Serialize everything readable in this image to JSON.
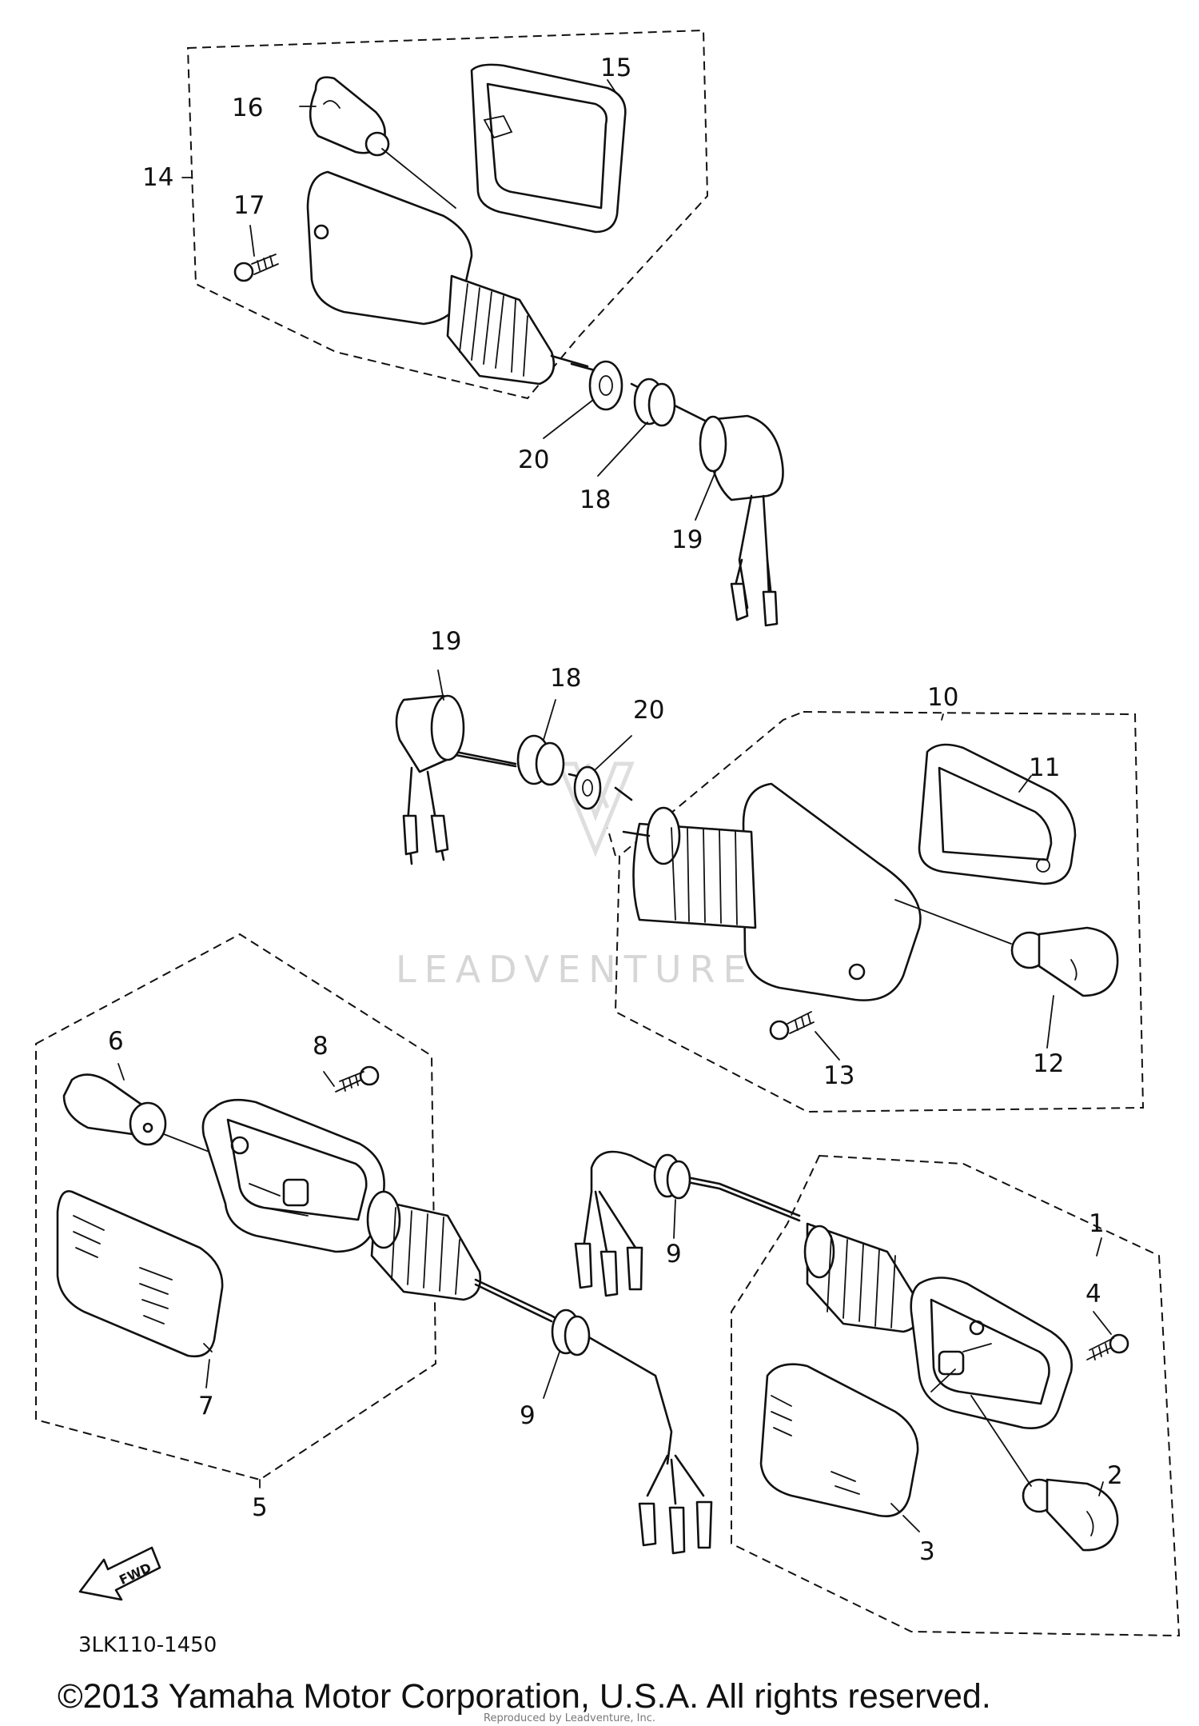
{
  "diagram": {
    "watermark": "LEADVENTURE",
    "diagram_code": "3LK110-1450",
    "fwd_label": "FWD",
    "copyright": "©2013 Yamaha Motor Corporation, U.S.A. All rights reserved.",
    "reproduced": "Reproduced by Leadventure, Inc.",
    "callouts": {
      "c1": "1",
      "c2": "2",
      "c3": "3",
      "c4": "4",
      "c5": "5",
      "c6": "6",
      "c7": "7",
      "c8": "8",
      "c9a": "9",
      "c9b": "9",
      "c10": "10",
      "c11": "11",
      "c12": "12",
      "c13": "13",
      "c14": "14",
      "c15": "15",
      "c16": "16",
      "c17": "17",
      "c18a": "18",
      "c18b": "18",
      "c19a": "19",
      "c19b": "19",
      "c20a": "20",
      "c20b": "20"
    }
  }
}
